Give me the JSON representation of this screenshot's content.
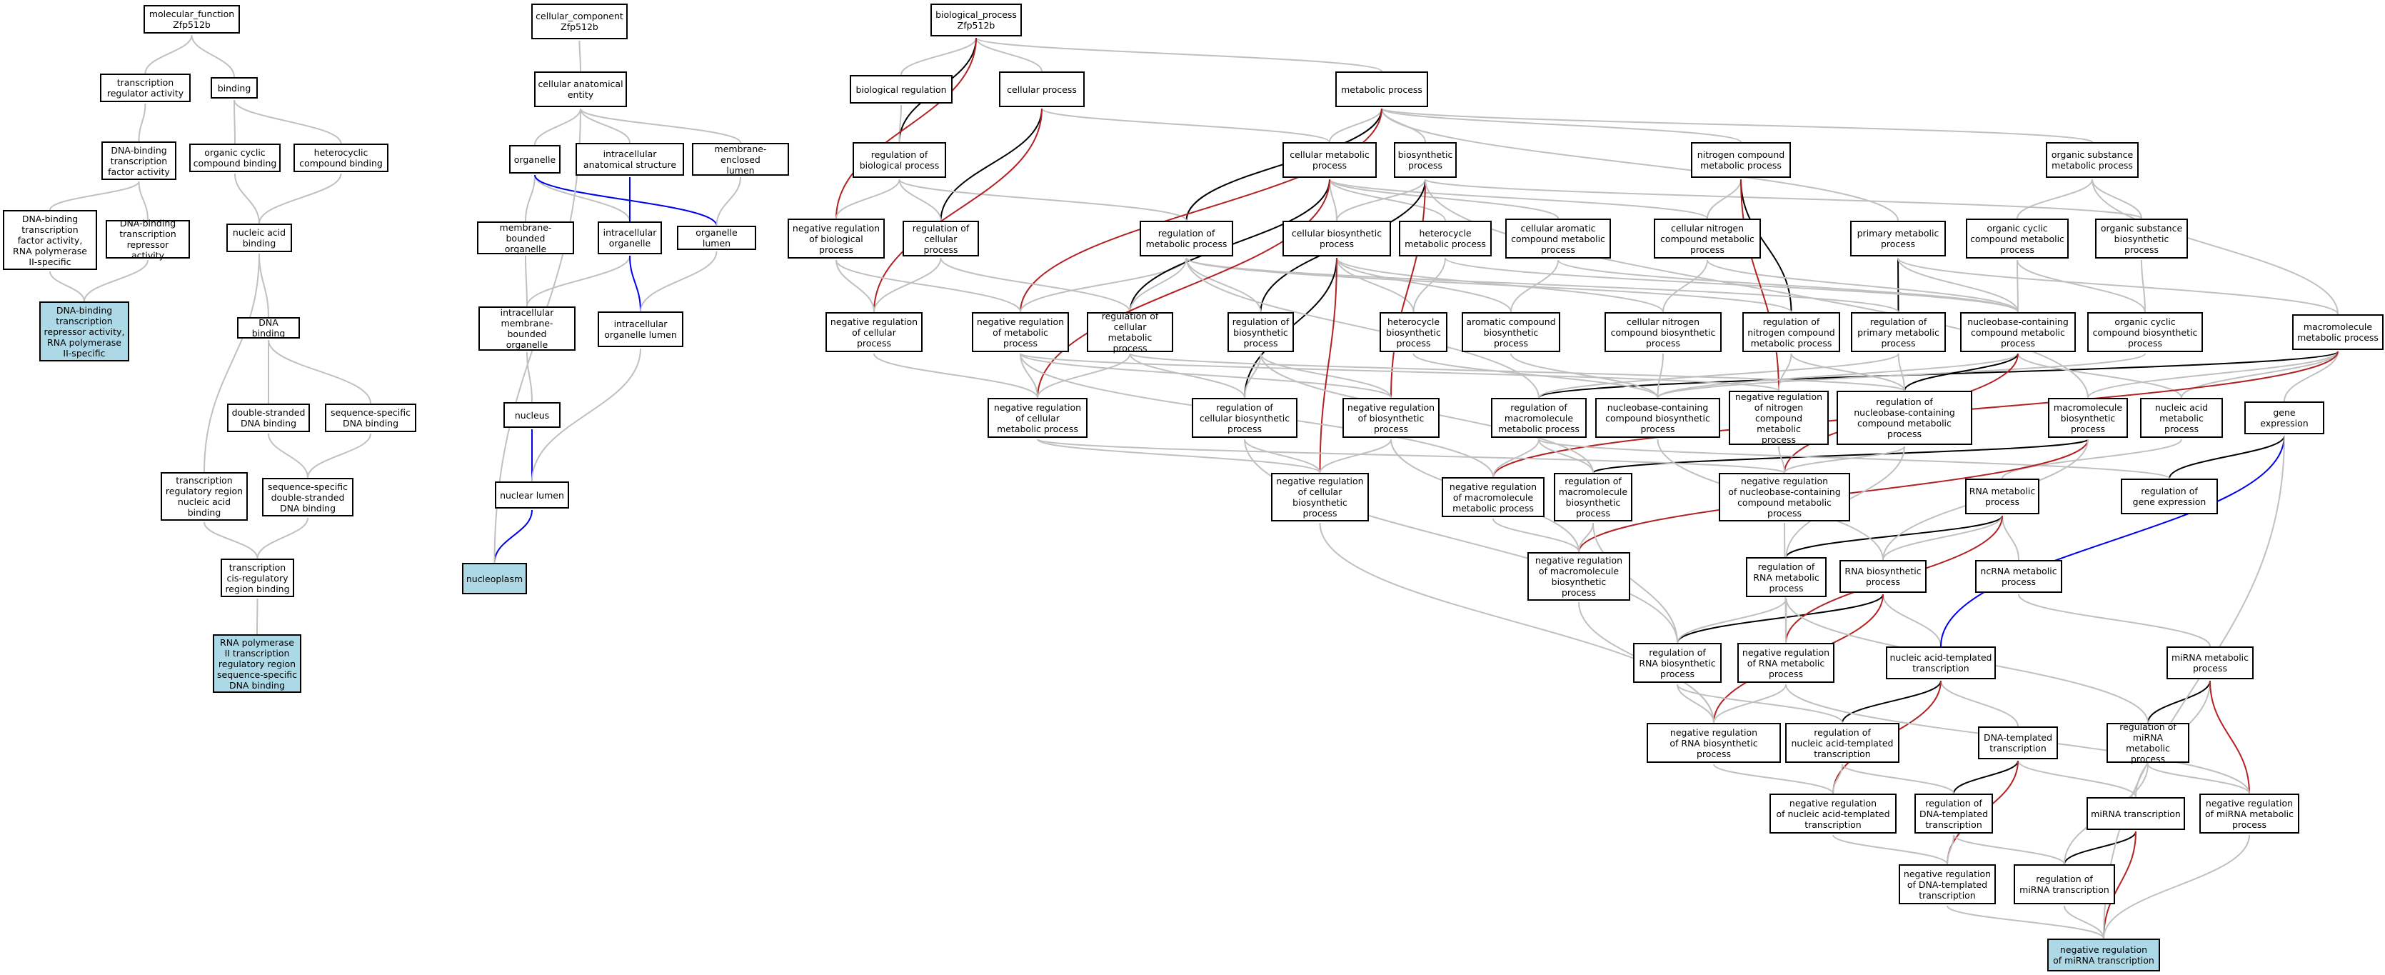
{
  "colors": {
    "background": "#ffffff",
    "node_border": "#000000",
    "highlight": "#add8e6",
    "is_a": "#c0c0c0",
    "part_of": "#0000ee",
    "regulates": "#000000",
    "negatively_regulates": "#b22222"
  },
  "nodes": {
    "mf": "molecular_function\nZfp512b",
    "tr_act": "transcription\nregulator activity",
    "binding": "binding",
    "dbtf": "DNA-binding\ntranscription\nfactor activity",
    "ocb": "organic cyclic\ncompound binding",
    "hcb": "heterocyclic\ncompound binding",
    "dbtf_pol2": "DNA-binding\ntranscription\nfactor activity,\nRNA polymerase\nII-specific",
    "dbtr": "DNA-binding\ntranscription\nrepressor activity",
    "nab": "nucleic acid\nbinding",
    "dbtr_pol2": "DNA-binding\ntranscription\nrepressor activity,\nRNA polymerase\nII-specific",
    "dnab": "DNA binding",
    "dsdna": "double-stranded\nDNA binding",
    "ssdna": "sequence-specific\nDNA binding",
    "trr_nab": "transcription\nregulatory region\nnucleic acid\nbinding",
    "ss_dsdna": "sequence-specific\ndouble-stranded\nDNA binding",
    "tcrr": "transcription\ncis-regulatory\nregion binding",
    "pol2_trr": "RNA polymerase\nII transcription\nregulatory region\nsequence-specific\nDNA binding",
    "cc": "cellular_component\nZfp512b",
    "cae": "cellular anatomical\nentity",
    "organelle": "organelle",
    "ias": "intracellular\nanatomical structure",
    "mel": "membrane-enclosed\nlumen",
    "mbo": "membrane-bounded\norganelle",
    "io": "intracellular\norganelle",
    "ol": "organelle lumen",
    "imbo": "intracellular\nmembrane-bounded\norganelle",
    "iol": "intracellular\norganelle lumen",
    "nucleus": "nucleus",
    "nl": "nuclear lumen",
    "nucleoplasm": "nucleoplasm",
    "bp": "biological_process\nZfp512b",
    "breg": "biological regulation",
    "cp": "cellular process",
    "mp": "metabolic process",
    "rbp": "regulation of\nbiological process",
    "cmp": "cellular metabolic\nprocess",
    "bsp": "biosynthetic\nprocess",
    "ncmp": "nitrogen compound\nmetabolic process",
    "osmp": "organic substance\nmetabolic process",
    "nrbp": "negative regulation\nof biological\nprocess",
    "rcp": "regulation of\ncellular process",
    "rmp": "regulation of\nmetabolic process",
    "cbp": "cellular biosynthetic\nprocess",
    "hmp": "heterocycle\nmetabolic process",
    "camp": "cellular aromatic\ncompound metabolic\nprocess",
    "cncmp": "cellular nitrogen\ncompound metabolic\nprocess",
    "pmp": "primary metabolic\nprocess",
    "occmp": "organic cyclic\ncompound metabolic\nprocess",
    "osbp": "organic substance\nbiosynthetic\nprocess",
    "nrcp": "negative regulation\nof cellular\nprocess",
    "nrmp": "negative regulation\nof metabolic\nprocess",
    "rcmp": "regulation of\ncellular metabolic\nprocess",
    "rbsp": "regulation of\nbiosynthetic\nprocess",
    "hbp": "heterocycle\nbiosynthetic\nprocess",
    "acbp": "aromatic compound\nbiosynthetic\nprocess",
    "cncbp": "cellular nitrogen\ncompound biosynthetic\nprocess",
    "rncmp": "regulation of\nnitrogen compound\nmetabolic process",
    "rpmp": "regulation of\nprimary metabolic\nprocess",
    "nbcmp": "nucleobase-containing\ncompound metabolic\nprocess",
    "occbp": "organic cyclic\ncompound biosynthetic\nprocess",
    "mmp": "macromolecule\nmetabolic process",
    "nrcmp": "negative regulation\nof cellular\nmetabolic process",
    "rcbp": "regulation of\ncellular biosynthetic\nprocess",
    "nrbsp": "negative regulation\nof biosynthetic\nprocess",
    "rmmp": "regulation of\nmacromolecule\nmetabolic process",
    "nbcbp": "nucleobase-containing\ncompound biosynthetic\nprocess",
    "nrncmp": "negative regulation\nof nitrogen\ncompound metabolic\nprocess",
    "rnbcmp": "regulation of\nnucleobase-containing\ncompound metabolic\nprocess",
    "mbp": "macromolecule\nbiosynthetic\nprocess",
    "namp": "nucleic acid\nmetabolic process",
    "ge": "gene expression",
    "nrcbp": "negative regulation\nof cellular\nbiosynthetic\nprocess",
    "nrmmp": "negative regulation\nof macromolecule\nmetabolic process",
    "rmbp": "regulation of\nmacromolecule\nbiosynthetic\nprocess",
    "nrnbcmp": "negative regulation\nof nucleobase-containing\ncompound metabolic\nprocess",
    "rnamp": "RNA metabolic\nprocess",
    "rge": "regulation of\ngene expression",
    "nrmbp": "negative regulation\nof macromolecule\nbiosynthetic\nprocess",
    "rrnamp": "regulation of\nRNA metabolic\nprocess",
    "rnabp": "RNA biosynthetic\nprocess",
    "ncrnamp": "ncRNA metabolic\nprocess",
    "rrnabp": "regulation of\nRNA biosynthetic\nprocess",
    "nrrnamp": "negative regulation\nof RNA metabolic\nprocess",
    "natt": "nucleic acid-templated\ntranscription",
    "mirnamp": "miRNA metabolic\nprocess",
    "nrrnabp": "negative regulation\nof RNA biosynthetic\nprocess",
    "rnatt": "regulation of\nnucleic acid-templated\ntranscription",
    "dtt": "DNA-templated\ntranscription",
    "rmirnamp": "regulation of\nmiRNA metabolic\nprocess",
    "nrnatt": "negative regulation\nof nucleic acid-templated\ntranscription",
    "rdtt": "regulation of\nDNA-templated\ntranscription",
    "mirnat": "miRNA transcription",
    "nrmirnamp": "negative regulation\nof miRNA metabolic\nprocess",
    "nrdtt": "negative regulation\nof DNA-templated\ntranscription",
    "rmirnat": "regulation of\nmiRNA transcription",
    "nrmirnat": "negative regulation\nof miRNA transcription"
  },
  "edges": [
    [
      "tr_act",
      "mf",
      "is_a"
    ],
    [
      "binding",
      "mf",
      "is_a"
    ],
    [
      "dbtf",
      "tr_act",
      "is_a"
    ],
    [
      "ocb",
      "binding",
      "is_a"
    ],
    [
      "hcb",
      "binding",
      "is_a"
    ],
    [
      "dbtf_pol2",
      "dbtf",
      "is_a"
    ],
    [
      "dbtr",
      "dbtf",
      "is_a"
    ],
    [
      "nab",
      "ocb",
      "is_a"
    ],
    [
      "nab",
      "hcb",
      "is_a"
    ],
    [
      "dbtr_pol2",
      "dbtf_pol2",
      "is_a"
    ],
    [
      "dbtr_pol2",
      "dbtr",
      "is_a"
    ],
    [
      "dnab",
      "nab",
      "is_a"
    ],
    [
      "dsdna",
      "dnab",
      "is_a"
    ],
    [
      "ssdna",
      "dnab",
      "is_a"
    ],
    [
      "trr_nab",
      "nab",
      "is_a"
    ],
    [
      "ss_dsdna",
      "dsdna",
      "is_a"
    ],
    [
      "ss_dsdna",
      "ssdna",
      "is_a"
    ],
    [
      "tcrr",
      "trr_nab",
      "is_a"
    ],
    [
      "tcrr",
      "ss_dsdna",
      "is_a"
    ],
    [
      "pol2_trr",
      "tcrr",
      "is_a"
    ],
    [
      "cae",
      "cc",
      "is_a"
    ],
    [
      "organelle",
      "cae",
      "is_a"
    ],
    [
      "ias",
      "cae",
      "is_a"
    ],
    [
      "mel",
      "cae",
      "is_a"
    ],
    [
      "mbo",
      "organelle",
      "is_a"
    ],
    [
      "io",
      "organelle",
      "is_a"
    ],
    [
      "io",
      "ias",
      "part_of"
    ],
    [
      "ol",
      "organelle",
      "part_of"
    ],
    [
      "ol",
      "mel",
      "is_a"
    ],
    [
      "imbo",
      "mbo",
      "is_a"
    ],
    [
      "imbo",
      "io",
      "is_a"
    ],
    [
      "iol",
      "io",
      "part_of"
    ],
    [
      "iol",
      "ol",
      "is_a"
    ],
    [
      "nucleus",
      "imbo",
      "is_a"
    ],
    [
      "nl",
      "nucleus",
      "part_of"
    ],
    [
      "nl",
      "iol",
      "is_a"
    ],
    [
      "nucleoplasm",
      "nl",
      "part_of"
    ],
    [
      "nucleoplasm",
      "cae",
      "is_a"
    ],
    [
      "breg",
      "bp",
      "is_a"
    ],
    [
      "cp",
      "bp",
      "is_a"
    ],
    [
      "mp",
      "bp",
      "is_a"
    ],
    [
      "rbp",
      "bp",
      "regulates"
    ],
    [
      "rbp",
      "breg",
      "is_a"
    ],
    [
      "nrbp",
      "bp",
      "negatively_regulates"
    ],
    [
      "nrbp",
      "rbp",
      "is_a"
    ],
    [
      "cmp",
      "mp",
      "is_a"
    ],
    [
      "cmp",
      "cp",
      "is_a"
    ],
    [
      "bsp",
      "mp",
      "is_a"
    ],
    [
      "ncmp",
      "mp",
      "is_a"
    ],
    [
      "osmp",
      "mp",
      "is_a"
    ],
    [
      "pmp",
      "mp",
      "is_a"
    ],
    [
      "rcp",
      "cp",
      "regulates"
    ],
    [
      "rcp",
      "rbp",
      "is_a"
    ],
    [
      "rmp",
      "mp",
      "regulates"
    ],
    [
      "rmp",
      "rbp",
      "is_a"
    ],
    [
      "cbp",
      "cmp",
      "is_a"
    ],
    [
      "cbp",
      "bsp",
      "is_a"
    ],
    [
      "hmp",
      "cmp",
      "is_a"
    ],
    [
      "camp",
      "cmp",
      "is_a"
    ],
    [
      "cncmp",
      "cmp",
      "is_a"
    ],
    [
      "cncmp",
      "ncmp",
      "is_a"
    ],
    [
      "occmp",
      "osmp",
      "is_a"
    ],
    [
      "osbp",
      "osmp",
      "is_a"
    ],
    [
      "osbp",
      "bsp",
      "is_a"
    ],
    [
      "nrcp",
      "cp",
      "negatively_regulates"
    ],
    [
      "nrcp",
      "rcp",
      "is_a"
    ],
    [
      "nrcp",
      "nrbp",
      "is_a"
    ],
    [
      "nrmp",
      "mp",
      "negatively_regulates"
    ],
    [
      "nrmp",
      "rmp",
      "is_a"
    ],
    [
      "nrmp",
      "nrbp",
      "is_a"
    ],
    [
      "rcmp",
      "cmp",
      "regulates"
    ],
    [
      "rcmp",
      "rmp",
      "is_a"
    ],
    [
      "rcmp",
      "rcp",
      "is_a"
    ],
    [
      "rbsp",
      "bsp",
      "regulates"
    ],
    [
      "rbsp",
      "rmp",
      "is_a"
    ],
    [
      "hbp",
      "hmp",
      "is_a"
    ],
    [
      "hbp",
      "cbp",
      "is_a"
    ],
    [
      "acbp",
      "camp",
      "is_a"
    ],
    [
      "acbp",
      "cbp",
      "is_a"
    ],
    [
      "cncbp",
      "cncmp",
      "is_a"
    ],
    [
      "cncbp",
      "cbp",
      "is_a"
    ],
    [
      "rncmp",
      "ncmp",
      "regulates"
    ],
    [
      "rncmp",
      "rmp",
      "is_a"
    ],
    [
      "rpmp",
      "pmp",
      "regulates"
    ],
    [
      "rpmp",
      "rmp",
      "is_a"
    ],
    [
      "nbcmp",
      "hmp",
      "is_a"
    ],
    [
      "nbcmp",
      "camp",
      "is_a"
    ],
    [
      "nbcmp",
      "cncmp",
      "is_a"
    ],
    [
      "nbcmp",
      "occmp",
      "is_a"
    ],
    [
      "nbcmp",
      "pmp",
      "is_a"
    ],
    [
      "occbp",
      "occmp",
      "is_a"
    ],
    [
      "occbp",
      "osbp",
      "is_a"
    ],
    [
      "mmp",
      "pmp",
      "is_a"
    ],
    [
      "mmp",
      "osmp",
      "is_a"
    ],
    [
      "nrcmp",
      "cmp",
      "negatively_regulates"
    ],
    [
      "nrcmp",
      "nrmp",
      "is_a"
    ],
    [
      "nrcmp",
      "nrcp",
      "is_a"
    ],
    [
      "nrcmp",
      "rcmp",
      "is_a"
    ],
    [
      "rcbp",
      "cbp",
      "regulates"
    ],
    [
      "rcbp",
      "rbsp",
      "is_a"
    ],
    [
      "rcbp",
      "rcmp",
      "is_a"
    ],
    [
      "nrbsp",
      "bsp",
      "negatively_regulates"
    ],
    [
      "nrbsp",
      "rbsp",
      "is_a"
    ],
    [
      "nrbsp",
      "nrmp",
      "is_a"
    ],
    [
      "rmmp",
      "mmp",
      "regulates"
    ],
    [
      "rmmp",
      "rpmp",
      "is_a"
    ],
    [
      "rmmp",
      "rmp",
      "is_a"
    ],
    [
      "nbcbp",
      "nbcmp",
      "is_a"
    ],
    [
      "nbcbp",
      "hbp",
      "is_a"
    ],
    [
      "nbcbp",
      "acbp",
      "is_a"
    ],
    [
      "nbcbp",
      "cncbp",
      "is_a"
    ],
    [
      "nbcbp",
      "occbp",
      "is_a"
    ],
    [
      "nrncmp",
      "ncmp",
      "negatively_regulates"
    ],
    [
      "nrncmp",
      "rncmp",
      "is_a"
    ],
    [
      "nrncmp",
      "nrmp",
      "is_a"
    ],
    [
      "rnbcmp",
      "nbcmp",
      "regulates"
    ],
    [
      "rnbcmp",
      "rpmp",
      "is_a"
    ],
    [
      "rnbcmp",
      "rcmp",
      "is_a"
    ],
    [
      "rnbcmp",
      "rncmp",
      "is_a"
    ],
    [
      "mbp",
      "mmp",
      "is_a"
    ],
    [
      "mbp",
      "bsp",
      "is_a"
    ],
    [
      "namp",
      "nbcmp",
      "is_a"
    ],
    [
      "namp",
      "mmp",
      "is_a"
    ],
    [
      "ge",
      "mmp",
      "is_a"
    ],
    [
      "nrcbp",
      "cbp",
      "negatively_regulates"
    ],
    [
      "nrcbp",
      "nrbsp",
      "is_a"
    ],
    [
      "nrcbp",
      "rcbp",
      "is_a"
    ],
    [
      "nrcbp",
      "nrcmp",
      "is_a"
    ],
    [
      "nrmmp",
      "mmp",
      "negatively_regulates"
    ],
    [
      "nrmmp",
      "rmmp",
      "is_a"
    ],
    [
      "nrmmp",
      "nrmp",
      "is_a"
    ],
    [
      "rmbp",
      "mbp",
      "regulates"
    ],
    [
      "rmbp",
      "rbsp",
      "is_a"
    ],
    [
      "rmbp",
      "rmmp",
      "is_a"
    ],
    [
      "nrnbcmp",
      "nbcmp",
      "negatively_regulates"
    ],
    [
      "nrnbcmp",
      "rnbcmp",
      "is_a"
    ],
    [
      "nrnbcmp",
      "nrcmp",
      "is_a"
    ],
    [
      "nrnbcmp",
      "nrncmp",
      "is_a"
    ],
    [
      "rnamp",
      "namp",
      "is_a"
    ],
    [
      "rge",
      "ge",
      "regulates"
    ],
    [
      "rge",
      "rmmp",
      "is_a"
    ],
    [
      "nrmbp",
      "mbp",
      "negatively_regulates"
    ],
    [
      "nrmbp",
      "rmbp",
      "is_a"
    ],
    [
      "nrmbp",
      "nrbsp",
      "is_a"
    ],
    [
      "nrmbp",
      "nrmmp",
      "is_a"
    ],
    [
      "rrnamp",
      "rnamp",
      "regulates"
    ],
    [
      "rrnamp",
      "rnbcmp",
      "is_a"
    ],
    [
      "rnabp",
      "rnamp",
      "is_a"
    ],
    [
      "rnabp",
      "mbp",
      "is_a"
    ],
    [
      "rnabp",
      "nbcbp",
      "is_a"
    ],
    [
      "ncrnamp",
      "rnamp",
      "is_a"
    ],
    [
      "rrnabp",
      "rnabp",
      "regulates"
    ],
    [
      "rrnabp",
      "rrnamp",
      "is_a"
    ],
    [
      "rrnabp",
      "rcbp",
      "is_a"
    ],
    [
      "rrnabp",
      "rmbp",
      "is_a"
    ],
    [
      "nrrnamp",
      "rnamp",
      "negatively_regulates"
    ],
    [
      "nrrnamp",
      "rrnamp",
      "is_a"
    ],
    [
      "nrrnamp",
      "nrnbcmp",
      "is_a"
    ],
    [
      "natt",
      "rnabp",
      "is_a"
    ],
    [
      "natt",
      "ge",
      "part_of"
    ],
    [
      "mirnamp",
      "ncrnamp",
      "is_a"
    ],
    [
      "nrrnabp",
      "rnabp",
      "negatively_regulates"
    ],
    [
      "nrrnabp",
      "rrnabp",
      "is_a"
    ],
    [
      "nrrnabp",
      "nrrnamp",
      "is_a"
    ],
    [
      "nrrnabp",
      "nrcbp",
      "is_a"
    ],
    [
      "nrrnabp",
      "nrmbp",
      "is_a"
    ],
    [
      "rnatt",
      "natt",
      "regulates"
    ],
    [
      "rnatt",
      "rrnabp",
      "is_a"
    ],
    [
      "dtt",
      "natt",
      "is_a"
    ],
    [
      "rmirnamp",
      "mirnamp",
      "regulates"
    ],
    [
      "rmirnamp",
      "rrnamp",
      "is_a"
    ],
    [
      "nrnatt",
      "natt",
      "negatively_regulates"
    ],
    [
      "nrnatt",
      "rnatt",
      "is_a"
    ],
    [
      "nrnatt",
      "nrrnabp",
      "is_a"
    ],
    [
      "rdtt",
      "dtt",
      "regulates"
    ],
    [
      "rdtt",
      "rnatt",
      "is_a"
    ],
    [
      "mirnat",
      "dtt",
      "is_a"
    ],
    [
      "mirnat",
      "mirnamp",
      "is_a"
    ],
    [
      "nrmirnamp",
      "mirnamp",
      "negatively_regulates"
    ],
    [
      "nrmirnamp",
      "rmirnamp",
      "is_a"
    ],
    [
      "nrmirnamp",
      "nrrnamp",
      "is_a"
    ],
    [
      "nrdtt",
      "dtt",
      "negatively_regulates"
    ],
    [
      "nrdtt",
      "rdtt",
      "is_a"
    ],
    [
      "nrdtt",
      "nrnatt",
      "is_a"
    ],
    [
      "rmirnat",
      "mirnat",
      "regulates"
    ],
    [
      "rmirnat",
      "rdtt",
      "is_a"
    ],
    [
      "rmirnat",
      "rmirnamp",
      "is_a"
    ],
    [
      "nrmirnat",
      "mirnat",
      "negatively_regulates"
    ],
    [
      "nrmirnat",
      "rmirnat",
      "is_a"
    ],
    [
      "nrmirnat",
      "nrdtt",
      "is_a"
    ],
    [
      "nrmirnat",
      "nrmirnamp",
      "is_a"
    ],
    [
      "nrmirnat",
      "ge",
      "is_a"
    ]
  ]
}
